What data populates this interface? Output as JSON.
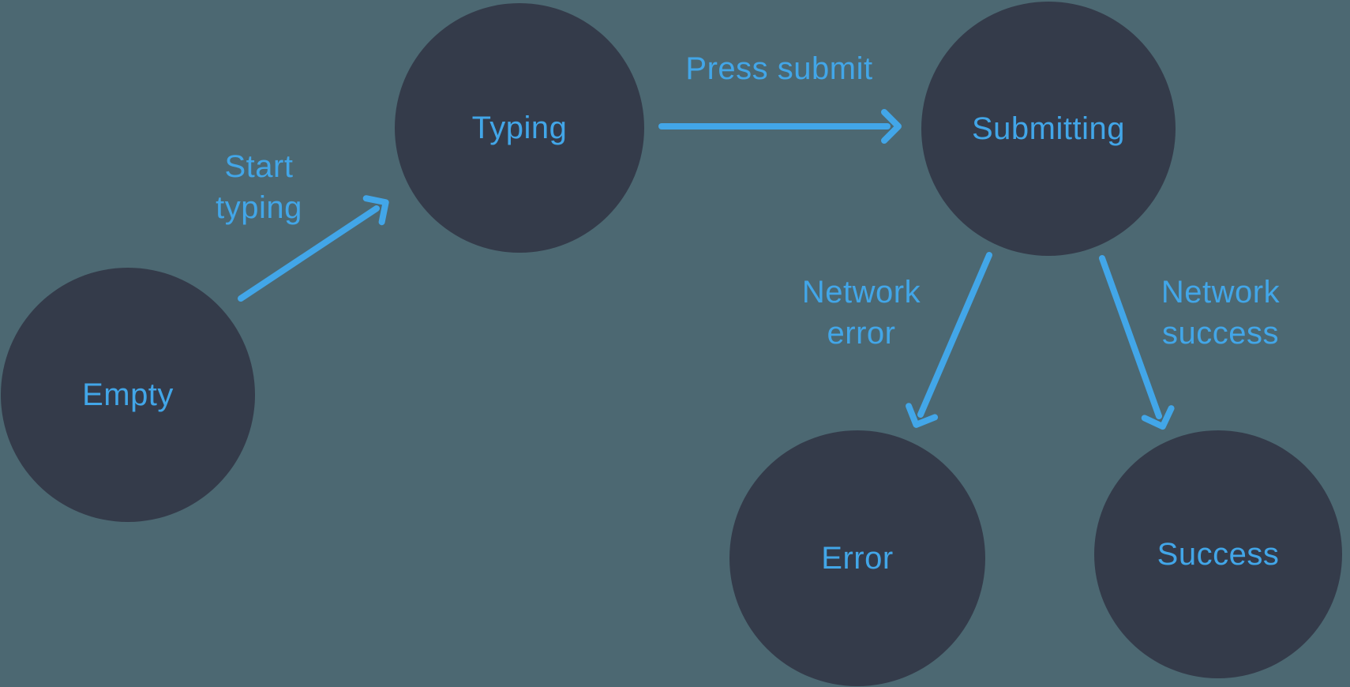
{
  "diagram": {
    "type": "state-machine",
    "nodes": [
      {
        "id": "empty",
        "label": "Empty"
      },
      {
        "id": "typing",
        "label": "Typing"
      },
      {
        "id": "submitting",
        "label": "Submitting"
      },
      {
        "id": "error",
        "label": "Error"
      },
      {
        "id": "success",
        "label": "Success"
      }
    ],
    "edges": [
      {
        "from": "empty",
        "to": "typing",
        "label": "Start typing"
      },
      {
        "from": "typing",
        "to": "submitting",
        "label": "Press submit"
      },
      {
        "from": "submitting",
        "to": "error",
        "label": "Network error"
      },
      {
        "from": "submitting",
        "to": "success",
        "label": "Network success"
      }
    ],
    "colors": {
      "background": "#4C6872",
      "node_fill": "#343B4A",
      "accent": "#42A6E8"
    }
  }
}
